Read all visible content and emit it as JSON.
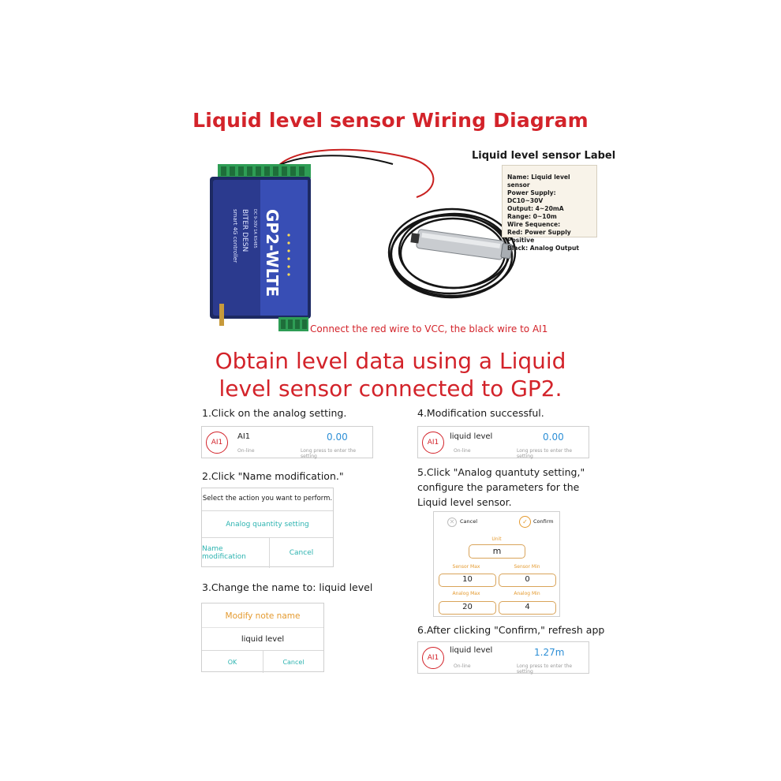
{
  "title": "Liquid level sensor Wiring Diagram",
  "device": {
    "model": "GP2-WLTE",
    "tagline": "smart 4G controller",
    "brand": "BITER DESN",
    "spec": "DC 9-30V 1A RS485"
  },
  "label": {
    "heading": "Liquid level sensor  Label",
    "lines": [
      "Name: Liquid level sensor",
      "Power Supply: DC10~30V",
      "Output: 4~20mA",
      "Range: 0~10m",
      "Wire Sequence:",
      "Red: Power Supply Positive",
      "Black: Analog Output"
    ]
  },
  "connect_note": "Connect the red wire to VCC, the black wire to AI1",
  "subtitle_line1": "Obtain level data using a Liquid",
  "subtitle_line2": "level sensor connected to GP2.",
  "steps": {
    "s1": "1.Click on the analog setting.",
    "s2": "2.Click \"Name modification.\"",
    "s3": "3.Change the name to: liquid level",
    "s4": "4.Modification successful.",
    "s5_line1": "5.Click \"Analog quantuty setting,\"",
    "s5_line2": "configure the parameters for the",
    "s5_line3": "Liquid level sensor.",
    "s6": "6.After clicking \"Confirm,\" refresh app"
  },
  "badge": "AI1",
  "card1": {
    "name": "AI1",
    "value": "0.00",
    "status": "On-line",
    "hint": "Long press to enter the setting"
  },
  "card4": {
    "name": "liquid level",
    "value": "0.00",
    "status": "On-line",
    "hint": "Long press to enter the setting"
  },
  "card6": {
    "name": "liquid level",
    "value": "1.27m",
    "status": "On-line",
    "hint": "Long press to enter the setting"
  },
  "action_dialog": {
    "prompt": "Select the action you want to perform.",
    "analog": "Analog quantity setting",
    "rename": "Name modification",
    "cancel": "Cancel"
  },
  "rename_dialog": {
    "title": "Modify note name",
    "value": "liquid level",
    "ok": "OK",
    "cancel": "Cancel"
  },
  "settings": {
    "cancel": "Cancel",
    "confirm": "Confirm",
    "unit_label": "Unit",
    "unit": "m",
    "sensor_max_label": "Sensor Max",
    "sensor_min_label": "Sensor Min",
    "sensor_max": "10",
    "sensor_min": "0",
    "analog_max_label": "Analog Max",
    "analog_min_label": "Analog Min",
    "analog_max": "20",
    "analog_min": "4"
  },
  "colors": {
    "accent_red": "#d3232a",
    "value_blue": "#2d8fd6",
    "teal": "#2cb3b0",
    "orange": "#e49a2f",
    "device_blue": "#2b3a8e"
  }
}
